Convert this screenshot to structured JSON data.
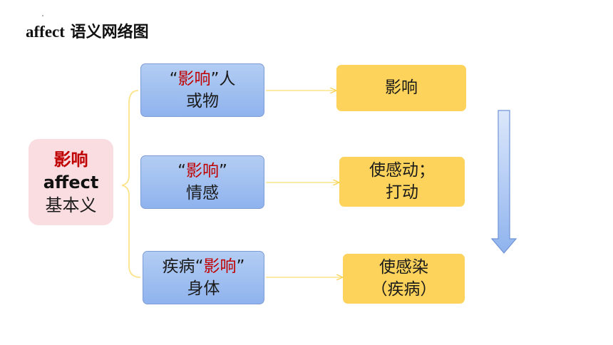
{
  "title": {
    "en": "affect",
    "zh": "语义网络图"
  },
  "root": {
    "line1": "影响",
    "line2": "affect",
    "line3": "基本义"
  },
  "branches": [
    {
      "prefix": "“",
      "highlight": "影响",
      "suffix": "”人",
      "line2": "或物",
      "result": [
        "影响"
      ]
    },
    {
      "prefix": "“",
      "highlight": "影响",
      "suffix": "”",
      "line2": "情感",
      "result": [
        "使感动；",
        "打动"
      ]
    },
    {
      "prefix": "疾病“",
      "highlight": "影响",
      "suffix": "”",
      "line2": "身体",
      "result": [
        "使感染",
        "（疾病）"
      ]
    }
  ],
  "colors": {
    "accent_red": "#c00000",
    "root_fill": "#f9dde1",
    "sense_fill": "#a6c3f1",
    "meaning_fill": "#fdd35c",
    "connector": "#fbe38a",
    "down_arrow": "#8fb3ee"
  }
}
